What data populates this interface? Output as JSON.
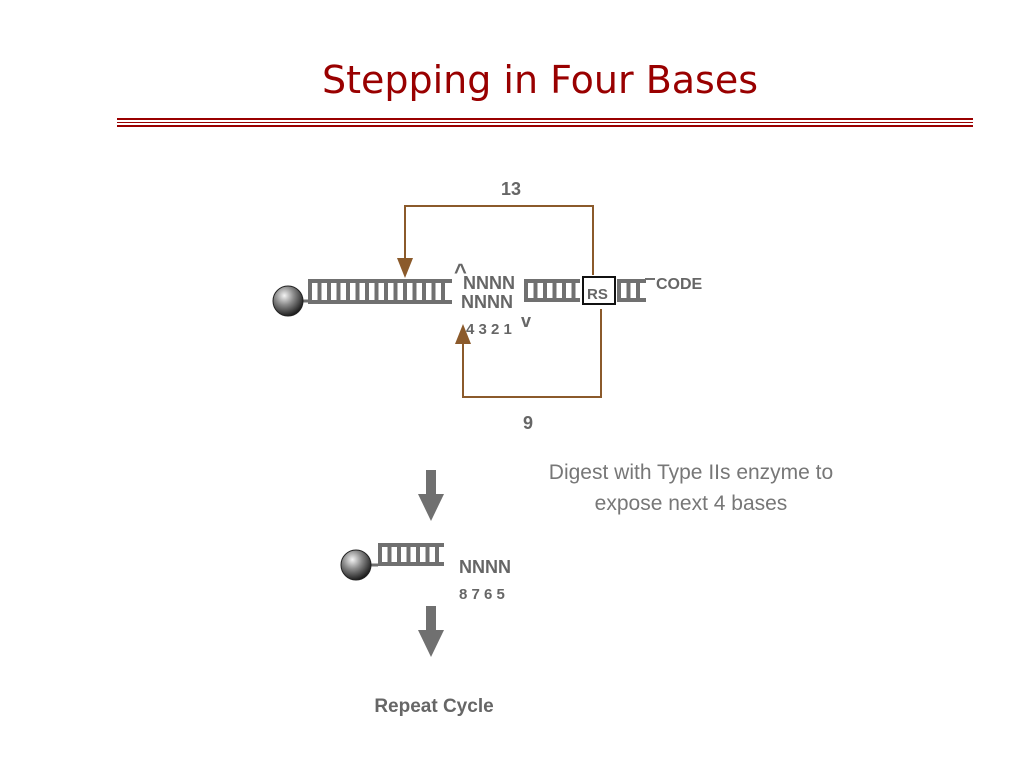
{
  "title": "Stepping in Four Bases",
  "diagram": {
    "top_distance": "13",
    "bottom_distance": "9",
    "top_strand": "NNNN",
    "bottom_strand": "NNNN",
    "caret_up": "^",
    "caret_down": "v",
    "positions_first": "4 3 2 1",
    "site_label": "RS",
    "code_label": "CODE",
    "next_strand": "NNNN",
    "positions_next": "8 7 6 5"
  },
  "description": {
    "line1": "Digest with Type IIs enzyme to",
    "line2": "expose next 4 bases"
  },
  "repeat_label": "Repeat Cycle",
  "colors": {
    "title": "#990000",
    "rule": "#990000",
    "arrow_brown": "#8B5A2B",
    "dna_gray": "#707070",
    "text_gray": "#666666"
  }
}
